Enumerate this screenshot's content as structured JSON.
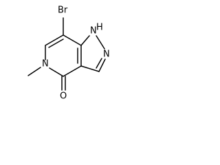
{
  "molecule": {
    "atoms": {
      "bromine": "Br",
      "nh_hydrogen": "H",
      "nh_nitrogen": "N",
      "pyrazole_nitrogen": "N",
      "pyridone_nitrogen": "N",
      "carbonyl_oxygen": "O"
    }
  }
}
